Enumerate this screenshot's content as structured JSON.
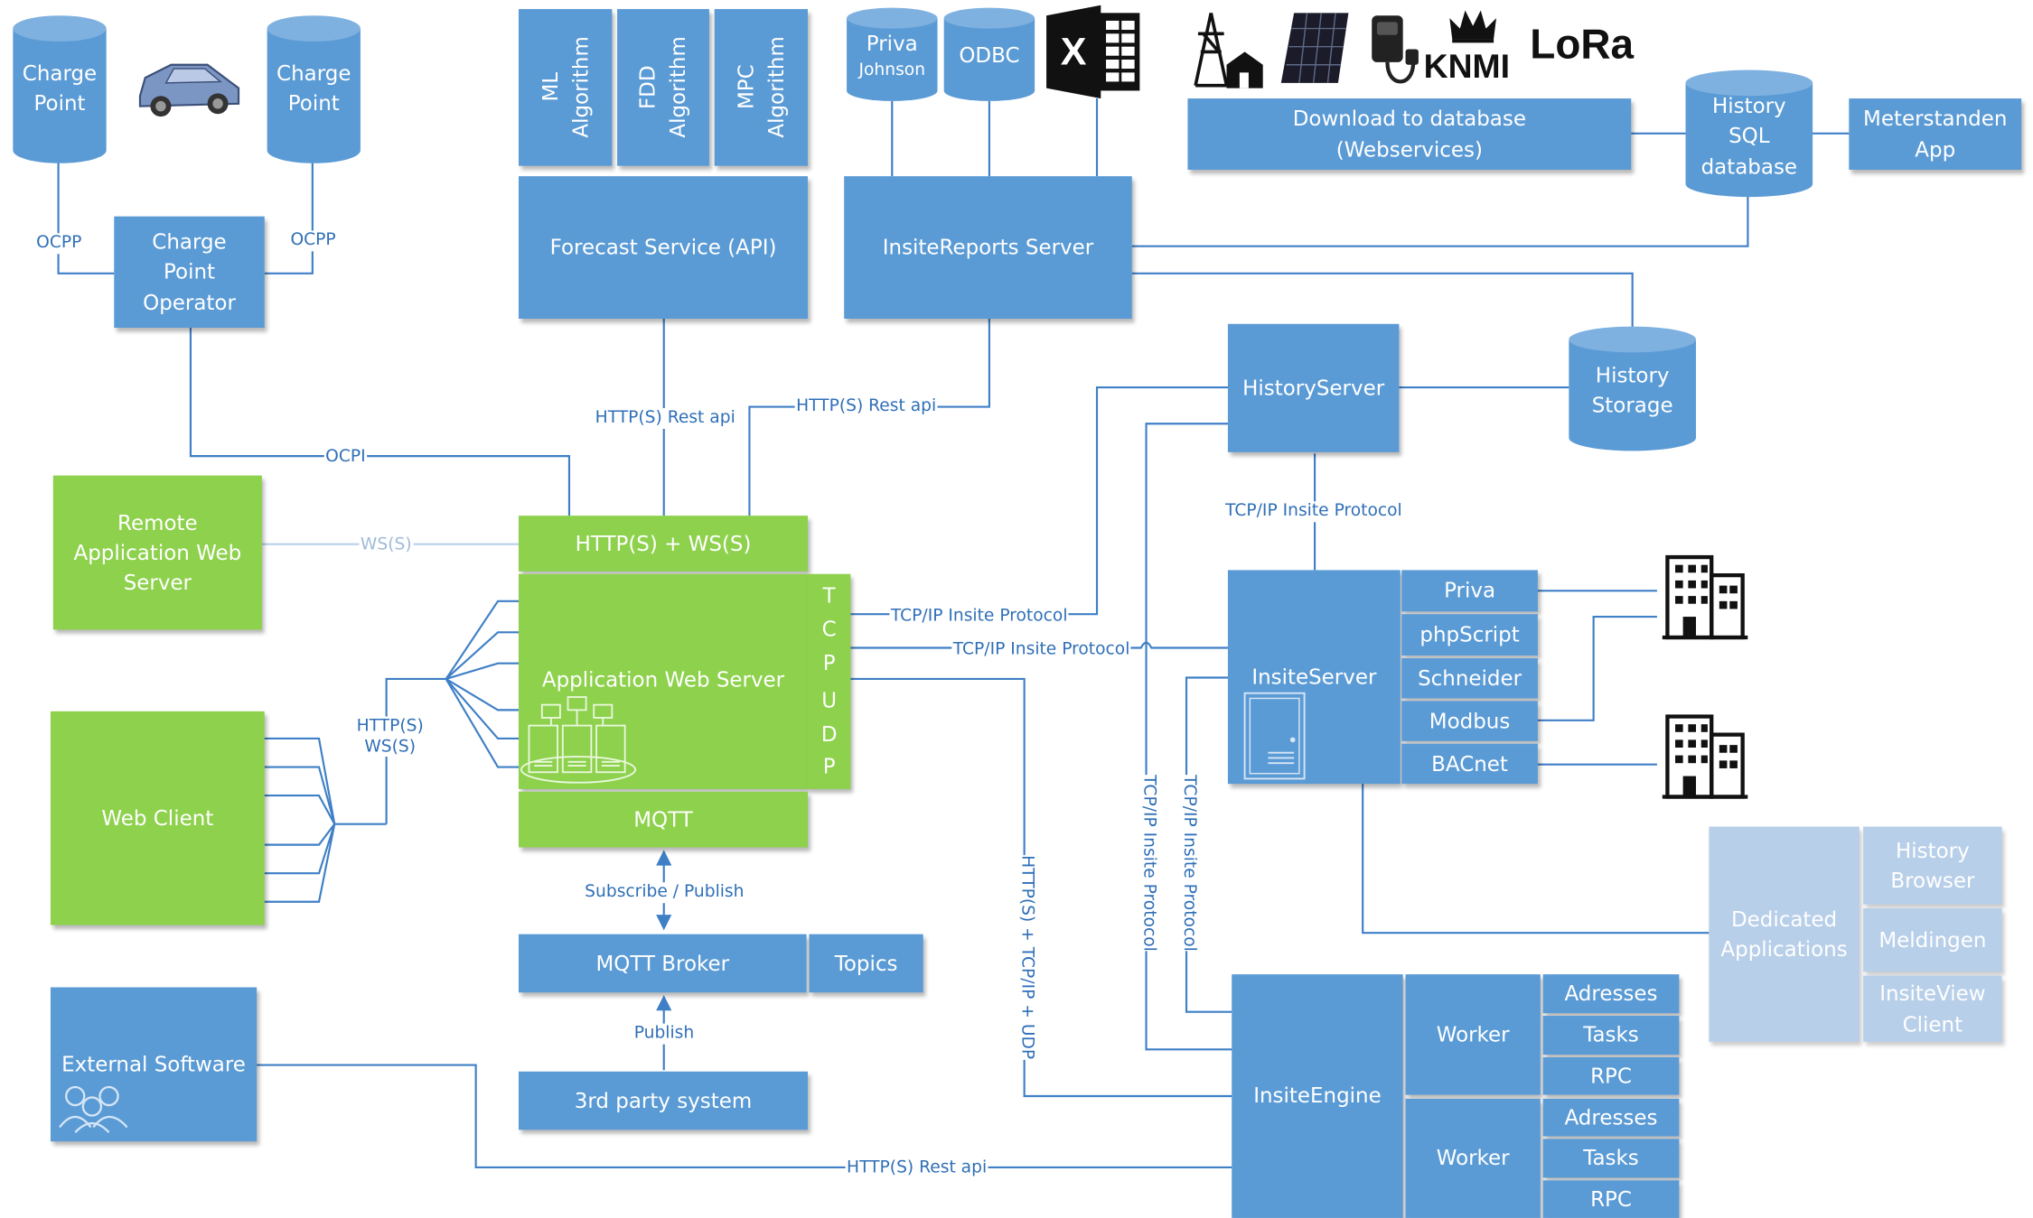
{
  "nodes": {
    "charge_point_left": "Charge\nPoint",
    "charge_point_right": "Charge\nPoint",
    "charge_point_operator": "Charge\nPoint\nOperator",
    "ml_algorithm": "ML\nAlgorithm",
    "fdd_algorithm": "FDD\nAlgorithm",
    "mpc_algorithm": "MPC\nAlgorithm",
    "forecast_service": "Forecast Service  (API)",
    "priva_johnson_title": "Priva",
    "priva_johnson_sub": "Johnson",
    "odbc": "ODBC",
    "insite_reports_server": "InsiteReports Server",
    "download_to_database": "Download to database\n(Webservices)",
    "history_sql_database": "History\nSQL\ndatabase",
    "meterstanden_app": "Meterstanden\nApp",
    "history_server": "HistoryServer",
    "history_storage": "History\nStorage",
    "remote_application_web_server": "Remote\nApplication Web\nServer",
    "http_ws": "HTTP(S) + WS(S)",
    "application_web_server": "Application Web Server",
    "mqtt": "MQTT",
    "tcp_udp": [
      "T",
      "C",
      "P",
      "",
      "U",
      "D",
      "P"
    ],
    "web_client": "Web Client",
    "mqtt_broker": "MQTT Broker",
    "topics": "Topics",
    "third_party_system": "3rd party system",
    "external_software": "External Software",
    "insite_server": "InsiteServer",
    "insite_server_drivers": [
      "Priva",
      "phpScript",
      "Schneider",
      "Modbus",
      "BACnet"
    ],
    "dedicated_applications": "Dedicated\nApplications",
    "history_browser": "History\nBrowser",
    "meldingen": "Meldingen",
    "insiteview_client": "InsiteView\nClient",
    "insite_engine": "InsiteEngine",
    "worker_1": "Worker",
    "worker_2": "Worker",
    "worker_1_items": [
      "Adresses",
      "Tasks",
      "RPC"
    ],
    "worker_2_items": [
      "Adresses",
      "Tasks",
      "RPC"
    ]
  },
  "edges": {
    "ocpp_left": "OCPP",
    "ocpp_right": "OCPP",
    "ocpi": "OCPI",
    "forecast_rest": "HTTP(S) Rest api",
    "reports_rest": "HTTP(S) Rest api",
    "ws": "WS(S)",
    "web_client_proto": "HTTP(S)\nWS(S)",
    "tcpip_1": "TCP/IP Insite Protocol",
    "tcpip_2": "TCP/IP Insite Protocol",
    "tcpip_historyserver": "TCP/IP Insite Protocol",
    "tcpip_vertical_1": "TCP/IP Insite Protocol",
    "tcpip_vertical_2": "TCP/IP Insite Protocol",
    "http_tcp_udp_vertical": "HTTP(S) + TCP/IP + UDP",
    "subscribe_publish": "Subscribe / Publish",
    "publish": "Publish",
    "external_rest": "HTTP(S) Rest api"
  },
  "logos": {
    "excel_icon": "excel-icon",
    "knmi": "KNMI",
    "lora": "LoRa",
    "icons": [
      "power-grid-icon",
      "solar-panel-icon",
      "ev-charger-icon",
      "building-icon",
      "car-icon",
      "users-icon",
      "server-rack-icon"
    ]
  },
  "colors": {
    "blue_box": "#5b9bd5",
    "green_box": "#8dd14c",
    "pale_box": "#b8cfe9",
    "line": "#3f7fc6",
    "label": "#2f6fb7"
  }
}
